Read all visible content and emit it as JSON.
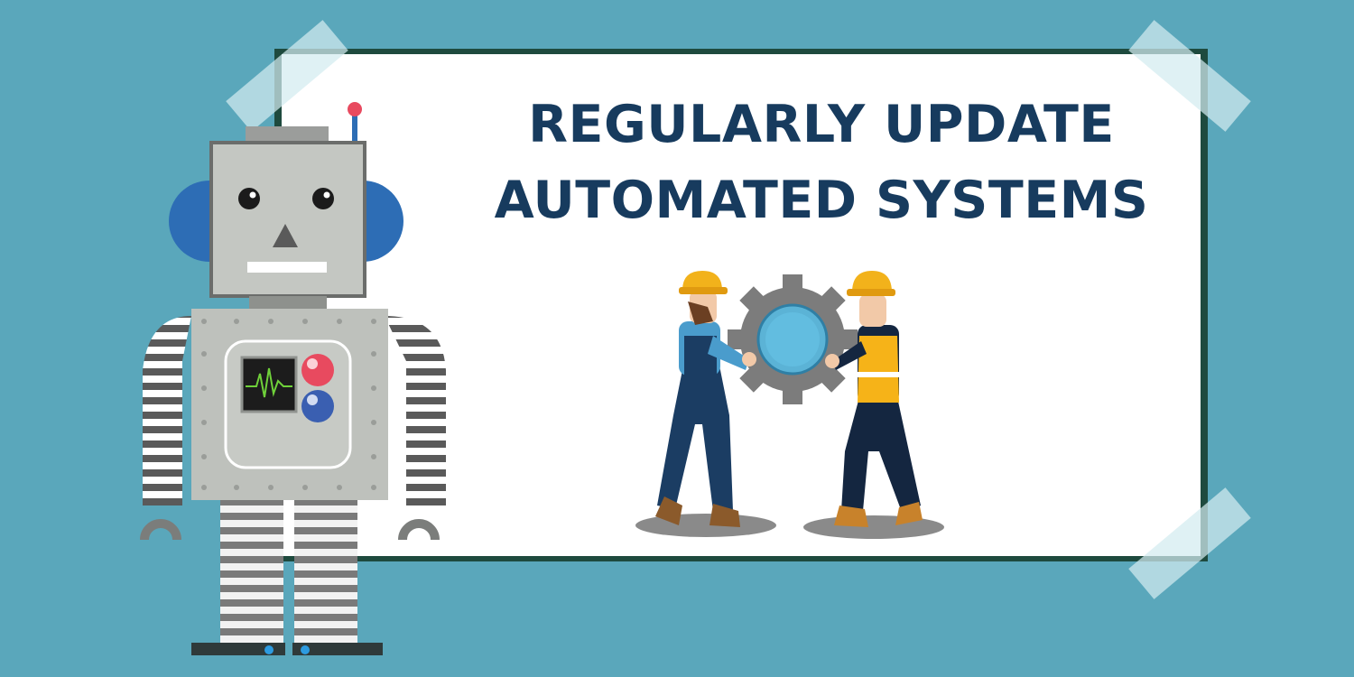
{
  "title_lines": [
    "REGULARLY UPDATE",
    "AUTOMATED SYSTEMS"
  ],
  "colors": {
    "background": "#5aa7bb",
    "board": "#ffffff",
    "board_border": "#1e4a3e",
    "title": "#173b5e",
    "tape": "#d2ebf0",
    "robot_body": "#bfc2bd",
    "robot_ear": "#2d6db5",
    "hard_hat": "#f2b21b",
    "overalls": "#1b3d63",
    "gear": "#7a7a7a",
    "gear_ring": "#5bb3d6"
  },
  "icons": [
    "robot-illustration",
    "workers-with-gear-illustration",
    "tape-strip-icon",
    "heartbeat-monitor-icon"
  ]
}
